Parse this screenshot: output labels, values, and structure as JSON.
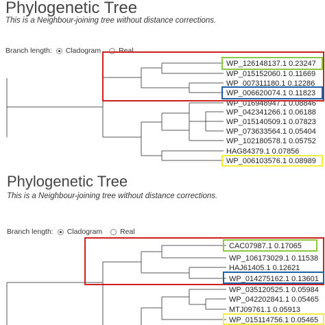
{
  "top_panel": {
    "title": "Phylogenetic Tree",
    "subtitle": "This is a Neighbour-joining tree without distance corrections.",
    "branch_length_label": "Branch length:",
    "options": [
      {
        "label": "Cladogram",
        "selected": true
      },
      {
        "label": "Real",
        "selected": false
      }
    ],
    "leaves": [
      "WP_126148137.1 0.23247",
      "WP_015152060.1 0.11669",
      "WP_007311180.1 0.12286",
      "WP_006620074.1 0.11823",
      "WP_016948947.1 0.08846",
      "WP_042341266.1 0.06188",
      "WP_015140509.1 0.07823",
      "WP_073633564.1 0.05404",
      "WP_102180578.1 0.05752",
      "HAG84379.1 0.07856",
      "WP_006103576.1 0.08989"
    ]
  },
  "bottom_panel": {
    "title": "Phylogenetic Tree",
    "subtitle": "This is a Neighbour-joining tree without distance corrections.",
    "branch_length_label": "Branch length:",
    "options": [
      {
        "label": "Cladogram",
        "selected": true
      },
      {
        "label": "Real",
        "selected": false
      }
    ],
    "leaves": [
      "CAC07987.1 0.17065",
      "WP_106173029.1 0.11538",
      "HAJ61405.1 0.12621",
      "WP_014275162.1 0.13601",
      "WP_035120525.1 0.05984",
      "WP_042202841.1 0.05465",
      "MTJ09761.1 0.05913",
      "WP_015114756.1 0.05465"
    ]
  },
  "highlight_colors": {
    "red": "#cc1f1f",
    "green": "#8dc63f",
    "blue": "#1f5fa8",
    "yellow": "#f2ee3a"
  }
}
